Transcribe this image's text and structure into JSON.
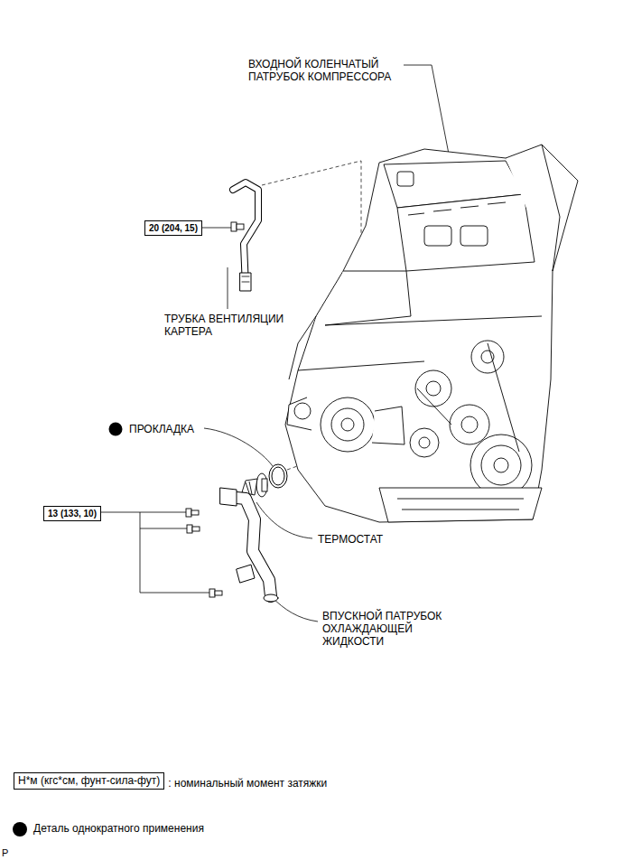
{
  "diagram": {
    "nodes": [
      {
        "text": [
          "20 (204, 15)"
        ]
      },
      {
        "text": [
          "13 (133, 10)"
        ]
      },
      {
        "text": [
          "Н*м (кгс*см, фунт-сила-фут)"
        ]
      }
    ],
    "labels": [
      "ВХОДНОЙ КОЛЕНЧАТЫЙ ПАТРУБОК КОМПРЕССОРА",
      "ТРУБКА ВЕНТИЛЯЦИИ КАРТЕРА",
      "ПРОКЛАДКА",
      "ТЕРМОСТАТ",
      "ВПУСКНОЙ ПАТРУБОК ОХЛАЖДАЮЩЕЙ ЖИДКОСТИ",
      "P"
    ],
    "legend": [
      {
        "text": ": номинальный момент затяжки"
      },
      {
        "text": "Деталь однократного применения",
        "color": "#000000"
      }
    ]
  }
}
